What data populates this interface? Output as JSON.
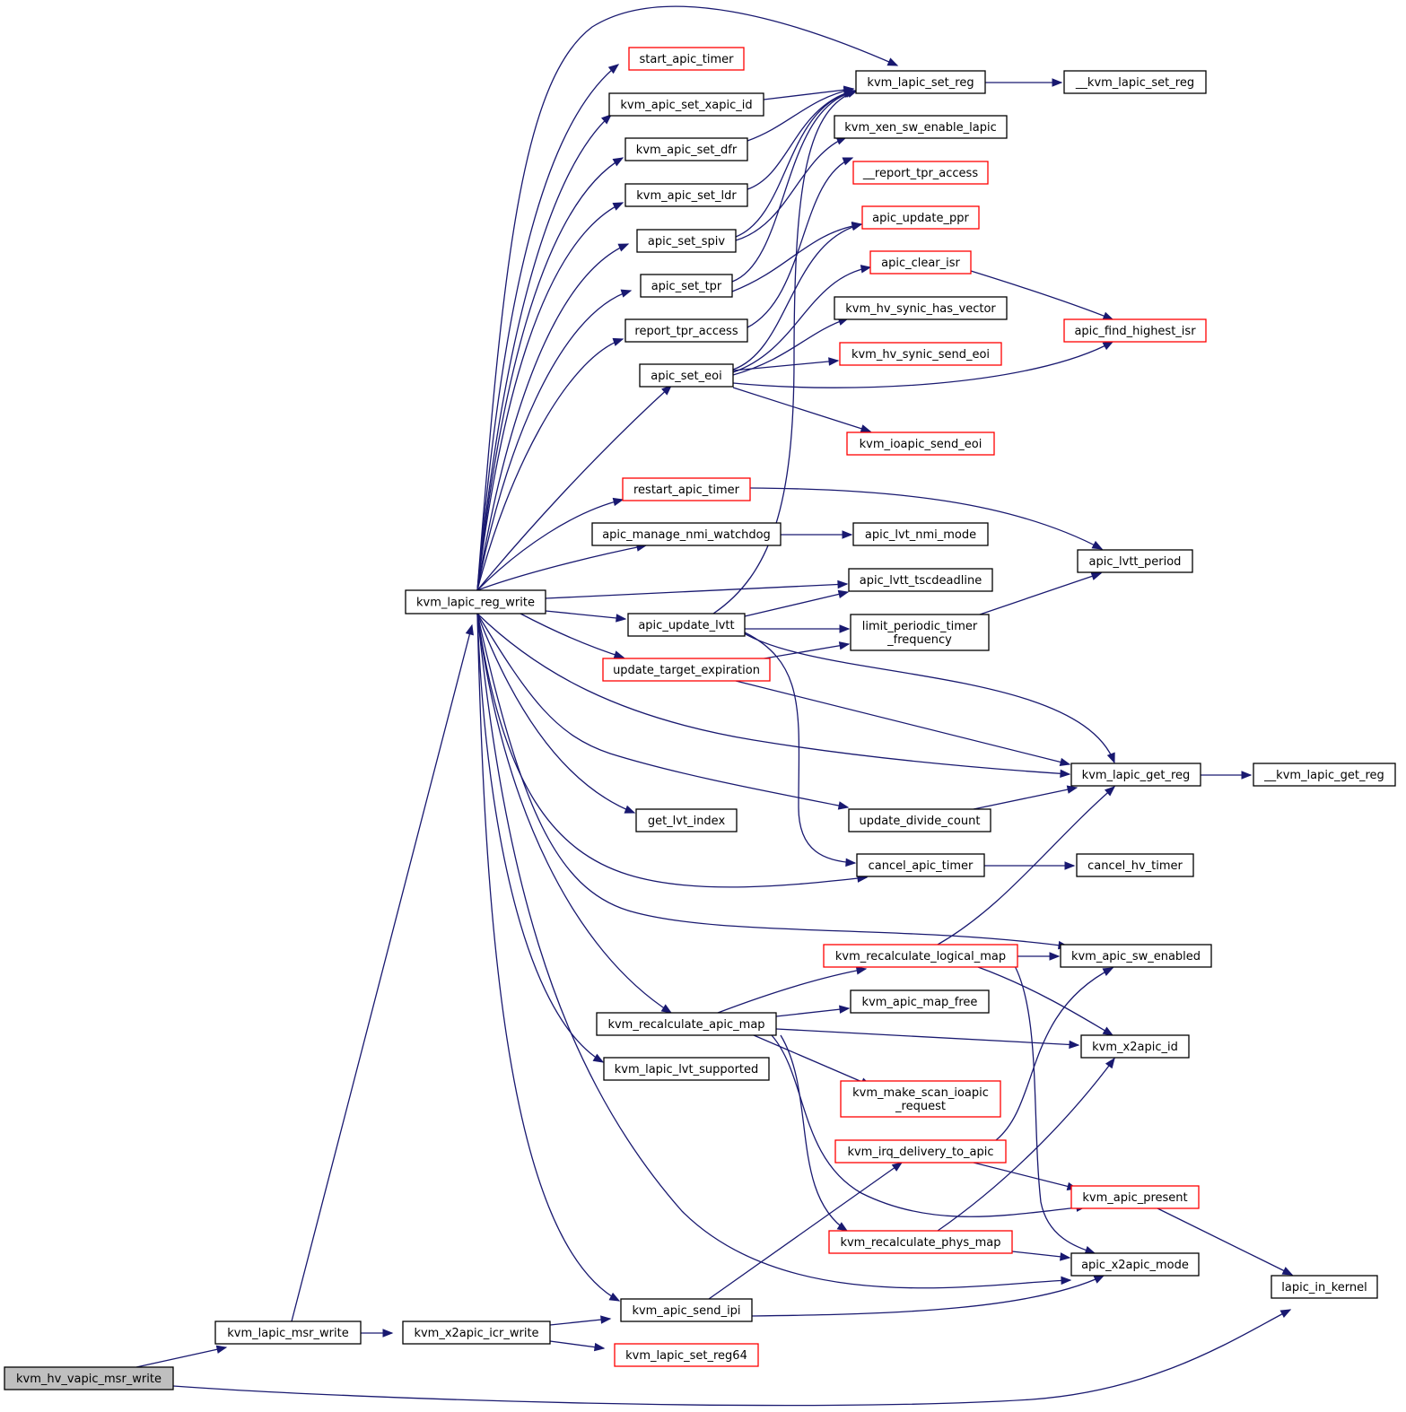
{
  "colors": {
    "edge": "#191970",
    "red_border": "#ff0000",
    "black_border": "#000000",
    "root_fill": "#bfbfbf"
  },
  "nodes": [
    {
      "id": "kvm_hv_vapic_msr_write",
      "lines": [
        "kvm_hv_vapic_msr_write"
      ],
      "style": "root"
    },
    {
      "id": "kvm_lapic_msr_write",
      "lines": [
        "kvm_lapic_msr_write"
      ],
      "style": "black"
    },
    {
      "id": "kvm_x2apic_icr_write",
      "lines": [
        "kvm_x2apic_icr_write"
      ],
      "style": "black"
    },
    {
      "id": "kvm_lapic_reg_write",
      "lines": [
        "kvm_lapic_reg_write"
      ],
      "style": "black"
    },
    {
      "id": "start_apic_timer",
      "lines": [
        "start_apic_timer"
      ],
      "style": "red"
    },
    {
      "id": "kvm_apic_set_xapic_id",
      "lines": [
        "kvm_apic_set_xapic_id"
      ],
      "style": "black"
    },
    {
      "id": "kvm_apic_set_dfr",
      "lines": [
        "kvm_apic_set_dfr"
      ],
      "style": "black"
    },
    {
      "id": "kvm_apic_set_ldr",
      "lines": [
        "kvm_apic_set_ldr"
      ],
      "style": "black"
    },
    {
      "id": "apic_set_spiv",
      "lines": [
        "apic_set_spiv"
      ],
      "style": "black"
    },
    {
      "id": "apic_set_tpr",
      "lines": [
        "apic_set_tpr"
      ],
      "style": "black"
    },
    {
      "id": "report_tpr_access",
      "lines": [
        "report_tpr_access"
      ],
      "style": "black"
    },
    {
      "id": "apic_set_eoi",
      "lines": [
        "apic_set_eoi"
      ],
      "style": "black"
    },
    {
      "id": "restart_apic_timer",
      "lines": [
        "restart_apic_timer"
      ],
      "style": "red"
    },
    {
      "id": "apic_manage_nmi_watchdog",
      "lines": [
        "apic_manage_nmi_watchdog"
      ],
      "style": "black"
    },
    {
      "id": "apic_update_lvtt",
      "lines": [
        "apic_update_lvtt"
      ],
      "style": "black"
    },
    {
      "id": "update_target_expiration",
      "lines": [
        "update_target_expiration"
      ],
      "style": "red"
    },
    {
      "id": "get_lvt_index",
      "lines": [
        "get_lvt_index"
      ],
      "style": "black"
    },
    {
      "id": "kvm_recalculate_apic_map",
      "lines": [
        "kvm_recalculate_apic_map"
      ],
      "style": "black"
    },
    {
      "id": "kvm_lapic_lvt_supported",
      "lines": [
        "kvm_lapic_lvt_supported"
      ],
      "style": "black"
    },
    {
      "id": "kvm_apic_send_ipi",
      "lines": [
        "kvm_apic_send_ipi"
      ],
      "style": "black"
    },
    {
      "id": "kvm_lapic_set_reg64",
      "lines": [
        "kvm_lapic_set_reg64"
      ],
      "style": "red"
    },
    {
      "id": "kvm_lapic_set_reg",
      "lines": [
        "kvm_lapic_set_reg"
      ],
      "style": "black"
    },
    {
      "id": "kvm_xen_sw_enable_lapic",
      "lines": [
        "kvm_xen_sw_enable_lapic"
      ],
      "style": "black"
    },
    {
      "id": "__report_tpr_access",
      "lines": [
        "__report_tpr_access"
      ],
      "style": "red"
    },
    {
      "id": "apic_update_ppr",
      "lines": [
        "apic_update_ppr"
      ],
      "style": "red"
    },
    {
      "id": "apic_clear_isr",
      "lines": [
        "apic_clear_isr"
      ],
      "style": "red"
    },
    {
      "id": "kvm_hv_synic_has_vector",
      "lines": [
        "kvm_hv_synic_has_vector"
      ],
      "style": "black"
    },
    {
      "id": "kvm_hv_synic_send_eoi",
      "lines": [
        "kvm_hv_synic_send_eoi"
      ],
      "style": "red"
    },
    {
      "id": "kvm_ioapic_send_eoi",
      "lines": [
        "kvm_ioapic_send_eoi"
      ],
      "style": "red"
    },
    {
      "id": "apic_lvt_nmi_mode",
      "lines": [
        "apic_lvt_nmi_mode"
      ],
      "style": "black"
    },
    {
      "id": "apic_lvtt_tscdeadline",
      "lines": [
        "apic_lvtt_tscdeadline"
      ],
      "style": "black"
    },
    {
      "id": "limit_periodic_timer_frequency",
      "lines": [
        "limit_periodic_timer",
        "_frequency"
      ],
      "style": "black"
    },
    {
      "id": "update_divide_count",
      "lines": [
        "update_divide_count"
      ],
      "style": "black"
    },
    {
      "id": "cancel_apic_timer",
      "lines": [
        "cancel_apic_timer"
      ],
      "style": "black"
    },
    {
      "id": "kvm_recalculate_logical_map",
      "lines": [
        "kvm_recalculate_logical_map"
      ],
      "style": "red"
    },
    {
      "id": "kvm_apic_map_free",
      "lines": [
        "kvm_apic_map_free"
      ],
      "style": "black"
    },
    {
      "id": "kvm_make_scan_ioapic_request",
      "lines": [
        "kvm_make_scan_ioapic",
        "_request"
      ],
      "style": "red"
    },
    {
      "id": "kvm_irq_delivery_to_apic",
      "lines": [
        "kvm_irq_delivery_to_apic"
      ],
      "style": "red"
    },
    {
      "id": "kvm_recalculate_phys_map",
      "lines": [
        "kvm_recalculate_phys_map"
      ],
      "style": "red"
    },
    {
      "id": "__kvm_lapic_set_reg",
      "lines": [
        "__kvm_lapic_set_reg"
      ],
      "style": "black"
    },
    {
      "id": "apic_find_highest_isr",
      "lines": [
        "apic_find_highest_isr"
      ],
      "style": "red"
    },
    {
      "id": "apic_lvtt_period",
      "lines": [
        "apic_lvtt_period"
      ],
      "style": "black"
    },
    {
      "id": "kvm_lapic_get_reg",
      "lines": [
        "kvm_lapic_get_reg"
      ],
      "style": "black"
    },
    {
      "id": "cancel_hv_timer",
      "lines": [
        "cancel_hv_timer"
      ],
      "style": "black"
    },
    {
      "id": "kvm_apic_sw_enabled",
      "lines": [
        "kvm_apic_sw_enabled"
      ],
      "style": "black"
    },
    {
      "id": "kvm_x2apic_id",
      "lines": [
        "kvm_x2apic_id"
      ],
      "style": "black"
    },
    {
      "id": "kvm_apic_present",
      "lines": [
        "kvm_apic_present"
      ],
      "style": "red"
    },
    {
      "id": "apic_x2apic_mode",
      "lines": [
        "apic_x2apic_mode"
      ],
      "style": "black"
    },
    {
      "id": "__kvm_lapic_get_reg",
      "lines": [
        "__kvm_lapic_get_reg"
      ],
      "style": "black"
    },
    {
      "id": "lapic_in_kernel",
      "lines": [
        "lapic_in_kernel"
      ],
      "style": "black"
    }
  ],
  "edges": [
    [
      "kvm_hv_vapic_msr_write",
      "kvm_lapic_msr_write"
    ],
    [
      "kvm_hv_vapic_msr_write",
      "lapic_in_kernel"
    ],
    [
      "kvm_lapic_msr_write",
      "kvm_lapic_reg_write"
    ],
    [
      "kvm_lapic_msr_write",
      "kvm_x2apic_icr_write"
    ],
    [
      "kvm_x2apic_icr_write",
      "kvm_apic_send_ipi"
    ],
    [
      "kvm_x2apic_icr_write",
      "kvm_lapic_set_reg64"
    ],
    [
      "kvm_lapic_reg_write",
      "kvm_lapic_set_reg"
    ],
    [
      "kvm_lapic_reg_write",
      "start_apic_timer"
    ],
    [
      "kvm_lapic_reg_write",
      "kvm_apic_set_xapic_id"
    ],
    [
      "kvm_lapic_reg_write",
      "kvm_apic_set_dfr"
    ],
    [
      "kvm_lapic_reg_write",
      "kvm_apic_set_ldr"
    ],
    [
      "kvm_lapic_reg_write",
      "apic_set_spiv"
    ],
    [
      "kvm_lapic_reg_write",
      "apic_set_tpr"
    ],
    [
      "kvm_lapic_reg_write",
      "report_tpr_access"
    ],
    [
      "kvm_lapic_reg_write",
      "apic_set_eoi"
    ],
    [
      "kvm_lapic_reg_write",
      "restart_apic_timer"
    ],
    [
      "kvm_lapic_reg_write",
      "apic_manage_nmi_watchdog"
    ],
    [
      "kvm_lapic_reg_write",
      "apic_lvtt_tscdeadline"
    ],
    [
      "kvm_lapic_reg_write",
      "apic_update_lvtt"
    ],
    [
      "kvm_lapic_reg_write",
      "update_target_expiration"
    ],
    [
      "kvm_lapic_reg_write",
      "kvm_lapic_get_reg"
    ],
    [
      "kvm_lapic_reg_write",
      "update_divide_count"
    ],
    [
      "kvm_lapic_reg_write",
      "get_lvt_index"
    ],
    [
      "kvm_lapic_reg_write",
      "cancel_apic_timer"
    ],
    [
      "kvm_lapic_reg_write",
      "kvm_apic_sw_enabled"
    ],
    [
      "kvm_lapic_reg_write",
      "kvm_recalculate_apic_map"
    ],
    [
      "kvm_lapic_reg_write",
      "kvm_lapic_lvt_supported"
    ],
    [
      "kvm_lapic_reg_write",
      "apic_x2apic_mode"
    ],
    [
      "kvm_lapic_reg_write",
      "kvm_apic_send_ipi"
    ],
    [
      "kvm_apic_set_xapic_id",
      "kvm_lapic_set_reg"
    ],
    [
      "kvm_apic_set_dfr",
      "kvm_lapic_set_reg"
    ],
    [
      "kvm_apic_set_ldr",
      "kvm_lapic_set_reg"
    ],
    [
      "apic_set_spiv",
      "kvm_lapic_set_reg"
    ],
    [
      "apic_set_spiv",
      "kvm_xen_sw_enable_lapic"
    ],
    [
      "apic_set_tpr",
      "kvm_lapic_set_reg"
    ],
    [
      "apic_set_tpr",
      "apic_update_ppr"
    ],
    [
      "report_tpr_access",
      "__report_tpr_access"
    ],
    [
      "apic_set_eoi",
      "apic_update_ppr"
    ],
    [
      "apic_set_eoi",
      "apic_clear_isr"
    ],
    [
      "apic_set_eoi",
      "kvm_hv_synic_has_vector"
    ],
    [
      "apic_set_eoi",
      "kvm_hv_synic_send_eoi"
    ],
    [
      "apic_set_eoi",
      "apic_find_highest_isr"
    ],
    [
      "apic_set_eoi",
      "kvm_ioapic_send_eoi"
    ],
    [
      "apic_clear_isr",
      "apic_find_highest_isr"
    ],
    [
      "kvm_lapic_set_reg",
      "__kvm_lapic_set_reg"
    ],
    [
      "restart_apic_timer",
      "apic_lvtt_period"
    ],
    [
      "apic_manage_nmi_watchdog",
      "apic_lvt_nmi_mode"
    ],
    [
      "apic_update_lvtt",
      "kvm_lapic_set_reg"
    ],
    [
      "apic_update_lvtt",
      "apic_lvtt_tscdeadline"
    ],
    [
      "apic_update_lvtt",
      "limit_periodic_timer_frequency"
    ],
    [
      "apic_update_lvtt",
      "kvm_lapic_get_reg"
    ],
    [
      "apic_update_lvtt",
      "cancel_apic_timer"
    ],
    [
      "update_target_expiration",
      "limit_periodic_timer_frequency"
    ],
    [
      "update_target_expiration",
      "kvm_lapic_get_reg"
    ],
    [
      "limit_periodic_timer_frequency",
      "apic_lvtt_period"
    ],
    [
      "kvm_lapic_get_reg",
      "__kvm_lapic_get_reg"
    ],
    [
      "update_divide_count",
      "kvm_lapic_get_reg"
    ],
    [
      "cancel_apic_timer",
      "cancel_hv_timer"
    ],
    [
      "kvm_recalculate_apic_map",
      "kvm_recalculate_logical_map"
    ],
    [
      "kvm_recalculate_apic_map",
      "kvm_apic_map_free"
    ],
    [
      "kvm_recalculate_apic_map",
      "kvm_x2apic_id"
    ],
    [
      "kvm_recalculate_apic_map",
      "kvm_make_scan_ioapic_request"
    ],
    [
      "kvm_recalculate_apic_map",
      "kvm_apic_present"
    ],
    [
      "kvm_recalculate_apic_map",
      "kvm_recalculate_phys_map"
    ],
    [
      "kvm_recalculate_logical_map",
      "kvm_lapic_get_reg"
    ],
    [
      "kvm_recalculate_logical_map",
      "kvm_apic_sw_enabled"
    ],
    [
      "kvm_recalculate_logical_map",
      "kvm_x2apic_id"
    ],
    [
      "kvm_recalculate_logical_map",
      "apic_x2apic_mode"
    ],
    [
      "kvm_irq_delivery_to_apic",
      "kvm_apic_sw_enabled"
    ],
    [
      "kvm_irq_delivery_to_apic",
      "kvm_apic_present"
    ],
    [
      "kvm_recalculate_phys_map",
      "kvm_x2apic_id"
    ],
    [
      "kvm_recalculate_phys_map",
      "apic_x2apic_mode"
    ],
    [
      "kvm_apic_present",
      "lapic_in_kernel"
    ],
    [
      "kvm_apic_send_ipi",
      "kvm_irq_delivery_to_apic"
    ],
    [
      "kvm_apic_send_ipi",
      "apic_x2apic_mode"
    ]
  ]
}
